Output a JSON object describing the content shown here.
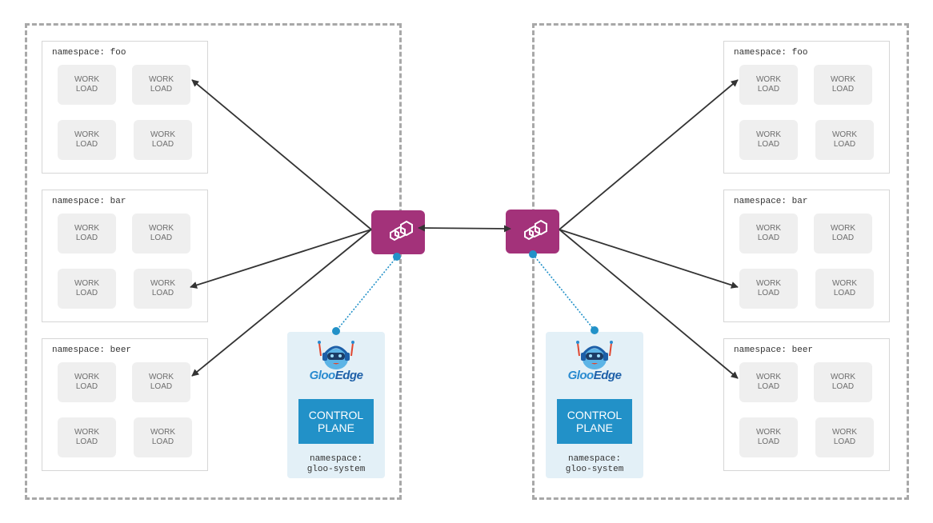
{
  "clusters": [
    {
      "namespaces": [
        {
          "label": "namespace: foo",
          "workloads": [
            "WORK\nLOAD",
            "WORK\nLOAD",
            "WORK\nLOAD",
            "WORK\nLOAD"
          ]
        },
        {
          "label": "namespace: bar",
          "workloads": [
            "WORK\nLOAD",
            "WORK\nLOAD",
            "WORK\nLOAD",
            "WORK\nLOAD"
          ]
        },
        {
          "label": "namespace: beer",
          "workloads": [
            "WORK\nLOAD",
            "WORK\nLOAD",
            "WORK\nLOAD",
            "WORK\nLOAD"
          ]
        }
      ],
      "control_plane": {
        "logo_gloo": "Gloo",
        "logo_edge": "Edge",
        "line1": "CONTROL",
        "line2": "PLANE",
        "ns_line1": "namespace:",
        "ns_line2": "gloo-system"
      }
    },
    {
      "namespaces": [
        {
          "label": "namespace: foo",
          "workloads": [
            "WORK\nLOAD",
            "WORK\nLOAD",
            "WORK\nLOAD",
            "WORK\nLOAD"
          ]
        },
        {
          "label": "namespace: bar",
          "workloads": [
            "WORK\nLOAD",
            "WORK\nLOAD",
            "WORK\nLOAD",
            "WORK\nLOAD"
          ]
        },
        {
          "label": "namespace: beer",
          "workloads": [
            "WORK\nLOAD",
            "WORK\nLOAD",
            "WORK\nLOAD",
            "WORK\nLOAD"
          ]
        }
      ],
      "control_plane": {
        "logo_gloo": "Gloo",
        "logo_edge": "Edge",
        "line1": "CONTROL",
        "line2": "PLANE",
        "ns_line1": "namespace:",
        "ns_line2": "gloo-system"
      }
    }
  ],
  "colors": {
    "envoy": "#a3327a",
    "control_plane": "#2291c8",
    "control_panel_bg": "#e3f0f7",
    "arrow": "#333333",
    "config_link": "#2291c8"
  },
  "icons": {
    "envoy": "envoy-proxy-icon",
    "mascot": "gloo-mascot-icon"
  }
}
